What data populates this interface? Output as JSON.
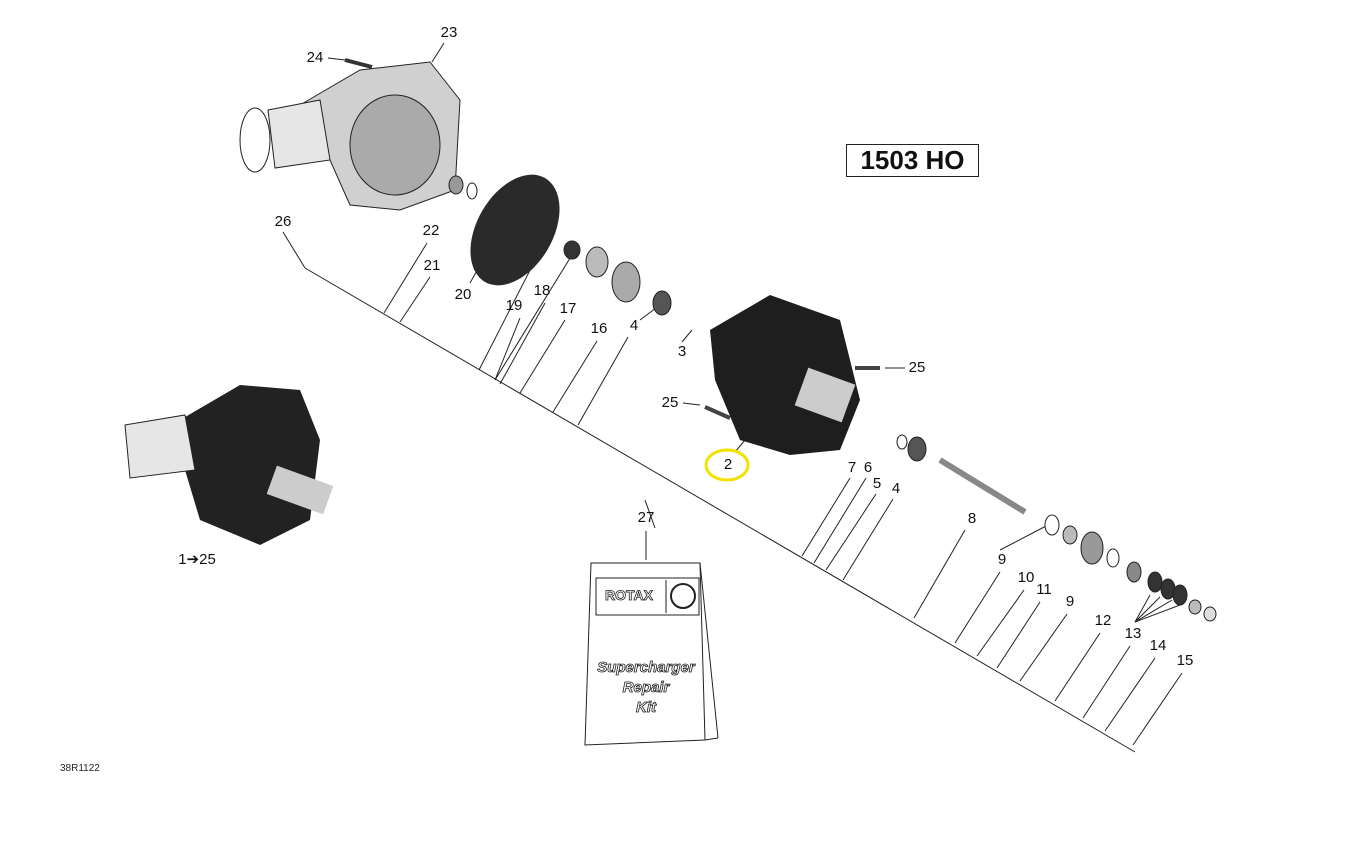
{
  "model_label": "1503 HO",
  "diagram_code": "38R1122",
  "assembly_range": "1➔25",
  "kit": {
    "brand": "ROTAX",
    "title_line1": "Supercharger",
    "title_line2": "Repair",
    "title_line3": "Kit"
  },
  "callouts": [
    "23",
    "24",
    "26",
    "22",
    "21",
    "20",
    "19",
    "18",
    "17",
    "16",
    "4",
    "3",
    "25",
    "25",
    "2",
    "7",
    "6",
    "5",
    "4",
    "8",
    "27",
    "9",
    "10",
    "11",
    "9",
    "12",
    "13",
    "14",
    "15"
  ],
  "highlighted_callout": "2",
  "highlight_color": "#f2e200"
}
